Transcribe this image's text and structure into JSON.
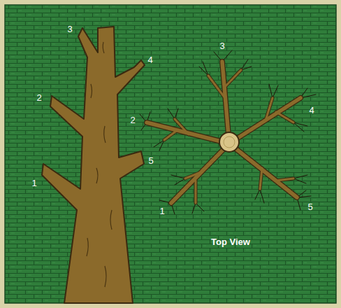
{
  "diagram": {
    "labels": [
      "3",
      "4",
      "2",
      "5",
      "1",
      "3",
      "4",
      "2",
      "1",
      "5",
      "Top View"
    ]
  }
}
